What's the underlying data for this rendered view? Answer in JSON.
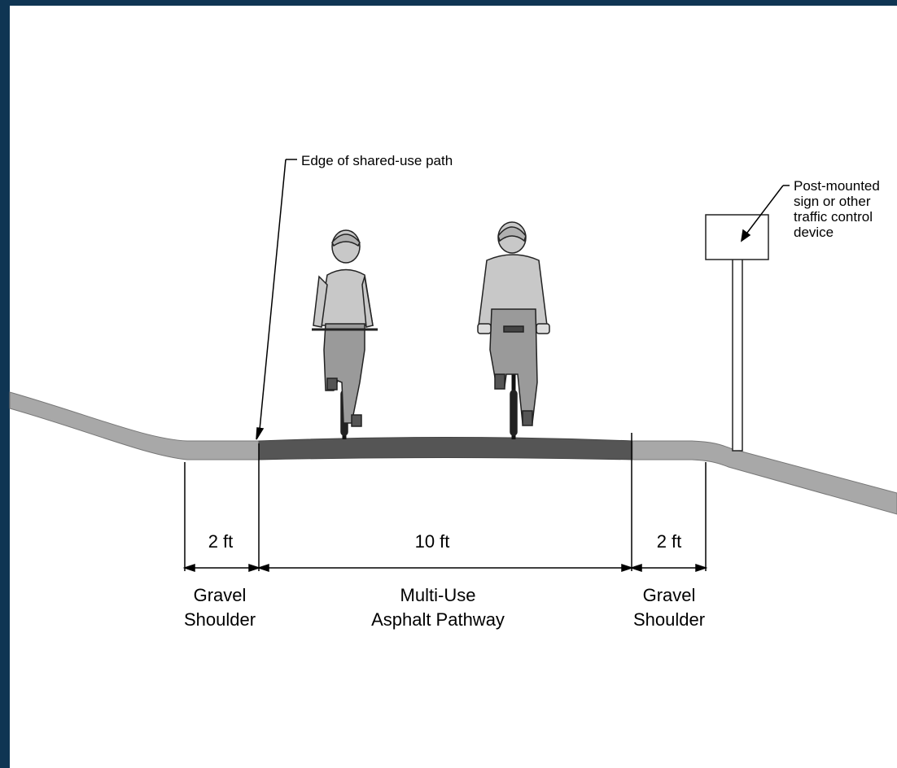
{
  "callouts": {
    "edge_of_path": "Edge of shared-use path",
    "sign_line1": "Post-mounted",
    "sign_line2": "sign or other",
    "sign_line3": "traffic control",
    "sign_line4": "device"
  },
  "dimensions": {
    "left_shoulder_width": "2 ft",
    "path_width": "10 ft",
    "right_shoulder_width": "2 ft"
  },
  "zones": {
    "left_shoulder_line1": "Gravel",
    "left_shoulder_line2": "Shoulder",
    "path_line1": "Multi-Use",
    "path_line2": "Asphalt Pathway",
    "right_shoulder_line1": "Gravel",
    "right_shoulder_line2": "Shoulder"
  },
  "colors": {
    "frame": "#0f3553",
    "asphalt": "#555555",
    "gravel": "#a8a8a8",
    "figure_fill": "#c8c8c8"
  }
}
